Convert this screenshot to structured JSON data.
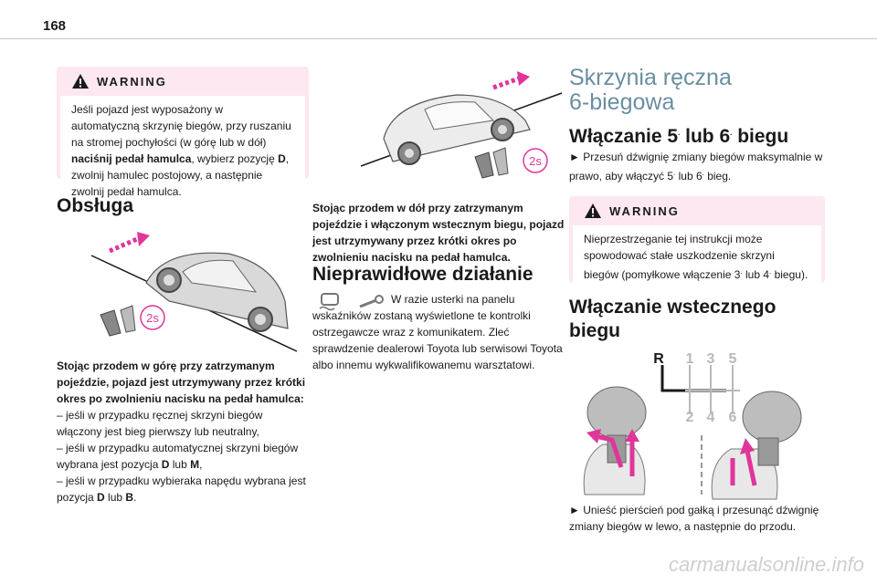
{
  "page": {
    "number": "168",
    "watermark": "carmanualsonline.info"
  },
  "left": {
    "warning": {
      "title": "WARNING",
      "text_before": "Jeśli pojazd jest wyposażony w automatyczną skrzynię biegów, przy ruszaniu na stromej pochyłości (w górę lub w dół) ",
      "text_bold1": "naciśnij pedał hamulca",
      "text_mid": ", wybierz pozycję ",
      "text_bold2": "D",
      "text_after": ", zwolnij hamulec postojowy, a następnie zwolnij pedał hamulca."
    },
    "heading": "Obsługa",
    "hill_badge": "2s",
    "caption_bold": "Stojąc przodem w górę przy zatrzymanym pojeździe, pojazd jest utrzymywany przez krótki okres po zwolnieniu nacisku na pedał hamulca:",
    "bullets": [
      {
        "pre": "–  jeśli w przypadku ręcznej skrzyni biegów włączony jest bieg pierwszy lub neutralny,",
        "b1": "",
        "mid": "",
        "b2": "",
        "post": ""
      },
      {
        "pre": "–  jeśli w przypadku automatycznej skrzyni biegów wybrana jest pozycja ",
        "b1": "D",
        "mid": " lub ",
        "b2": "M",
        "post": ","
      },
      {
        "pre": "–  jeśli w przypadku wybieraka napędu wybrana jest pozycja ",
        "b1": "D",
        "mid": " lub ",
        "b2": "B",
        "post": "."
      }
    ]
  },
  "middle": {
    "hill_badge": "2s",
    "caption_bold": "Stojąc przodem w dół przy zatrzymanym pojeździe i włączonym wstecznym biegu, pojazd jest utrzymywany przez krótki okres po zwolnieniu nacisku na pedał hamulca.",
    "heading": "Nieprawidłowe działanie",
    "malfunction_text": "W razie usterki na panelu wskaźników zostaną wyświetlone te kontrolki ostrzegawcze wraz z komunikatem. Zleć sprawdzenie dealerowi Toyota lub serwisowi Toyota albo innemu wykwalifikowanemu warsztatowi."
  },
  "right": {
    "chapter_title_line1": "Skrzynia ręczna",
    "chapter_title_line2": "6-biegowa",
    "heading1_pre": "Włączanie 5",
    "heading1_sup1": ".",
    "heading1_mid": " lub 6",
    "heading1_sup2": ".",
    "heading1_post": " biegu",
    "step1_pre": "►  Przesuń dźwignię zmiany biegów maksymalnie w prawo, aby włączyć 5",
    "step1_sup1": ".",
    "step1_mid": " lub 6",
    "step1_sup2": ".",
    "step1_post": " bieg.",
    "warning": {
      "title": "WARNING",
      "text_pre": "Nieprzestrzeganie tej instrukcji może spowodować stałe uszkodzenie skrzyni biegów (pomyłkowe włączenie 3",
      "sup1": ".",
      "text_mid": " lub 4",
      "sup2": ".",
      "text_post": " biegu)."
    },
    "heading2": "Włączanie wstecznego biegu",
    "gear_labels": [
      "R",
      "1",
      "3",
      "5",
      "2",
      "4",
      "6"
    ],
    "step2": "►  Unieść pierścień pod gałką i przesunąć dźwignię zmiany biegów w lewo, a następnie do przodu."
  },
  "colors": {
    "accent_blue": "#6a8fa0",
    "warning_bg": "#fde7f1",
    "arrow_magenta": "#e0359a"
  }
}
